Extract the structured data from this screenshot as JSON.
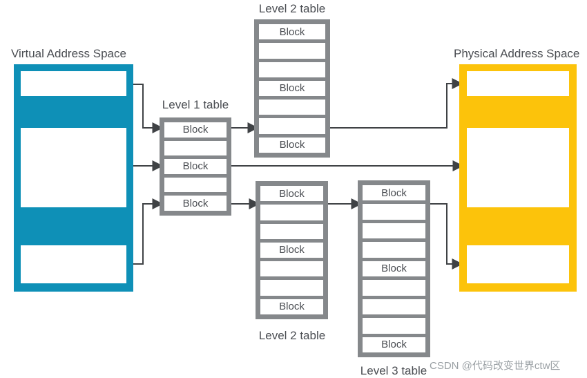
{
  "colors": {
    "virtual_fill": "#0e90b7",
    "physical_fill": "#fcc30b",
    "table_fill": "#85888b",
    "cell_fill": "#ffffff",
    "line_color": "#3f4245",
    "title_color": "#4a4d52",
    "watermark_color": "#9aa0a4"
  },
  "virtual_space": {
    "title": "Virtual Address Space"
  },
  "physical_space": {
    "title": "Physical Address Space"
  },
  "tables": {
    "level1": {
      "title": "Level 1 table",
      "rows": [
        "Block",
        "",
        "Block",
        "",
        "Block"
      ]
    },
    "level2_top": {
      "title": "Level 2 table",
      "rows": [
        "Block",
        "",
        "",
        "Block",
        "",
        "",
        "Block"
      ]
    },
    "level2_bottom": {
      "title": "Level 2 table",
      "rows": [
        "Block",
        "",
        "",
        "Block",
        "",
        "",
        "Block"
      ]
    },
    "level3": {
      "title": "Level 3 table",
      "rows": [
        "Block",
        "",
        "",
        "",
        "Block",
        "",
        "",
        "",
        "Block"
      ]
    }
  },
  "watermark": "CSDN @代码改变世界ctw区"
}
